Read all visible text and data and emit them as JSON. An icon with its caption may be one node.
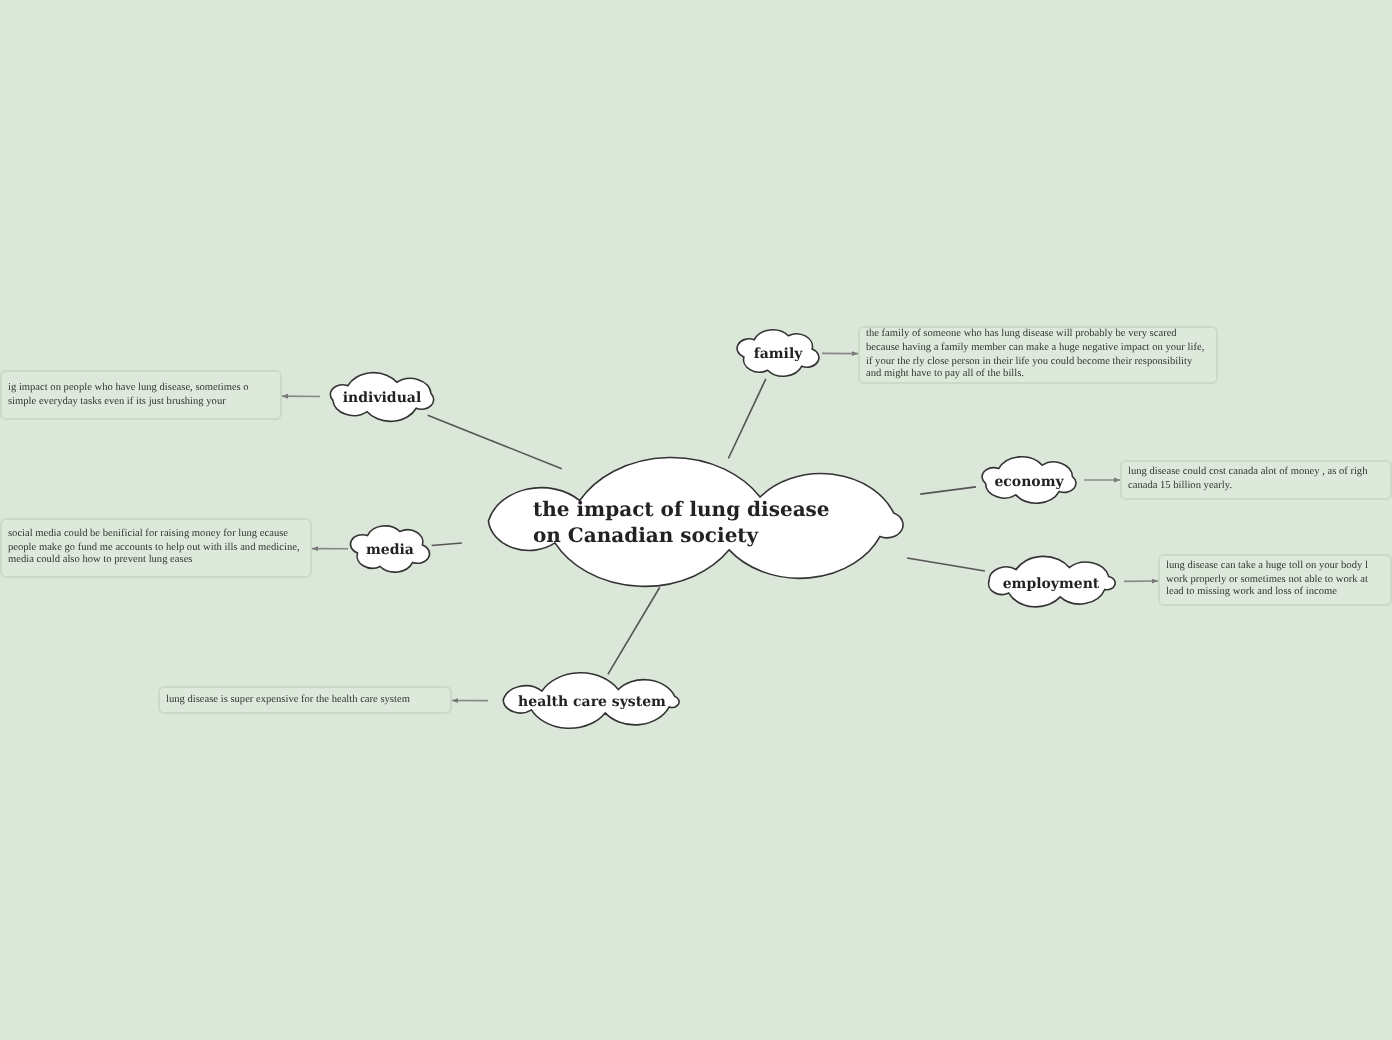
{
  "diagram": {
    "nodes": [
      {
        "text": [
          "the impact of lung disease on Canadian society"
        ]
      },
      {
        "text": [
          "family"
        ]
      },
      {
        "text": [
          "the family of someone who has lung disease will probably be very scared because having a family member can make a huge negative impact on your life, if your the rly close person in their life you could become their responsibility and might have to pay all of the bills."
        ]
      },
      {
        "text": [
          "economy"
        ]
      },
      {
        "text": [
          "lung disease could cost canada alot of money , as of righ canada 15 billion yearly."
        ]
      },
      {
        "text": [
          "employment"
        ]
      },
      {
        "text": [
          "lung disease can take a huge toll on your body l work properly or sometimes not able to work at lead to missing work and loss of income"
        ]
      },
      {
        "text": [
          "health care system"
        ]
      },
      {
        "text": [
          "lung disease is super expensive for the health care system"
        ]
      },
      {
        "text": [
          "media"
        ]
      },
      {
        "text": [
          "social media could be benificial for raising money for lung ecause people make go fund me accounts to help out with ills and medicine, media could also how to prevent lung eases"
        ]
      },
      {
        "text": [
          "individual"
        ]
      },
      {
        "text": [
          "ig impact on people who have lung disease, sometimes o simple everyday tasks even if its just brushing your"
        ]
      }
    ],
    "edges": [
      {
        "from": 0,
        "to": 1,
        "arrow": "none"
      },
      {
        "from": 1,
        "to": 2,
        "arrow": "to"
      },
      {
        "from": 0,
        "to": 3,
        "arrow": "none"
      },
      {
        "from": 3,
        "to": 4,
        "arrow": "to"
      },
      {
        "from": 0,
        "to": 5,
        "arrow": "none"
      },
      {
        "from": 5,
        "to": 6,
        "arrow": "to"
      },
      {
        "from": 0,
        "to": 7,
        "arrow": "none"
      },
      {
        "from": 7,
        "to": 8,
        "arrow": "to"
      },
      {
        "from": 0,
        "to": 9,
        "arrow": "none"
      },
      {
        "from": 9,
        "to": 10,
        "arrow": "to"
      },
      {
        "from": 0,
        "to": 11,
        "arrow": "none"
      },
      {
        "from": 11,
        "to": 12,
        "arrow": "to"
      }
    ]
  }
}
